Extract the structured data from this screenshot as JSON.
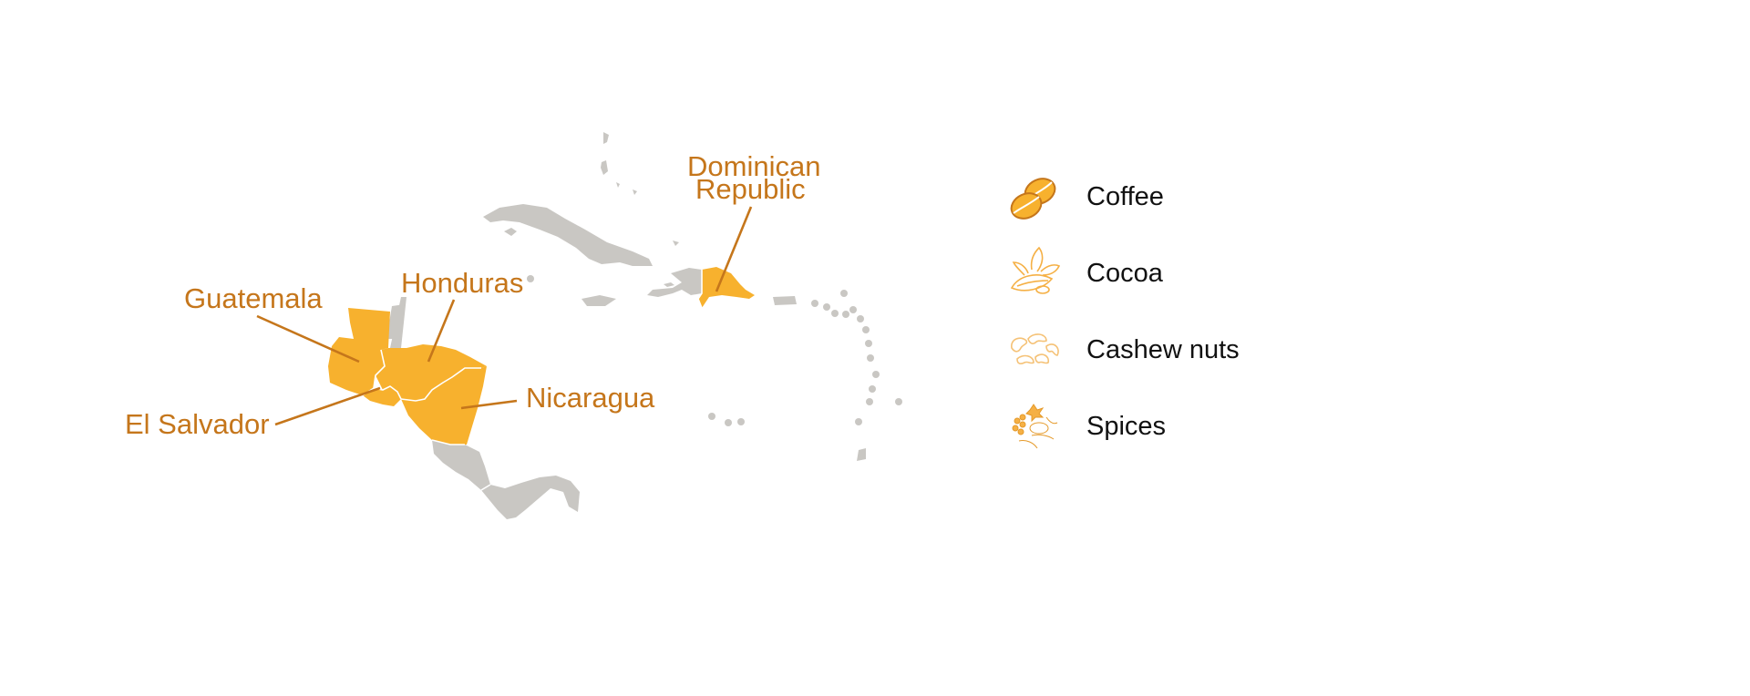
{
  "map": {
    "highlight_color": "#f7b12e",
    "land_color": "#c9c7c3",
    "label_color": "#c5761b",
    "countries": [
      {
        "id": "guatemala",
        "label": "Guatemala",
        "highlighted": true
      },
      {
        "id": "honduras",
        "label": "Honduras",
        "highlighted": true
      },
      {
        "id": "el-salvador",
        "label": "El Salvador",
        "highlighted": true
      },
      {
        "id": "nicaragua",
        "label": "Nicaragua",
        "highlighted": true
      },
      {
        "id": "dominican-republic",
        "label_line1": "Dominican",
        "label_line2": "Republic",
        "highlighted": true
      }
    ]
  },
  "legend": {
    "items": [
      {
        "label": "Coffee",
        "icon": "coffee-beans-icon"
      },
      {
        "label": "Cocoa",
        "icon": "cocoa-pod-icon"
      },
      {
        "label": "Cashew nuts",
        "icon": "cashew-nuts-icon"
      },
      {
        "label": "Spices",
        "icon": "spices-icon"
      }
    ]
  }
}
